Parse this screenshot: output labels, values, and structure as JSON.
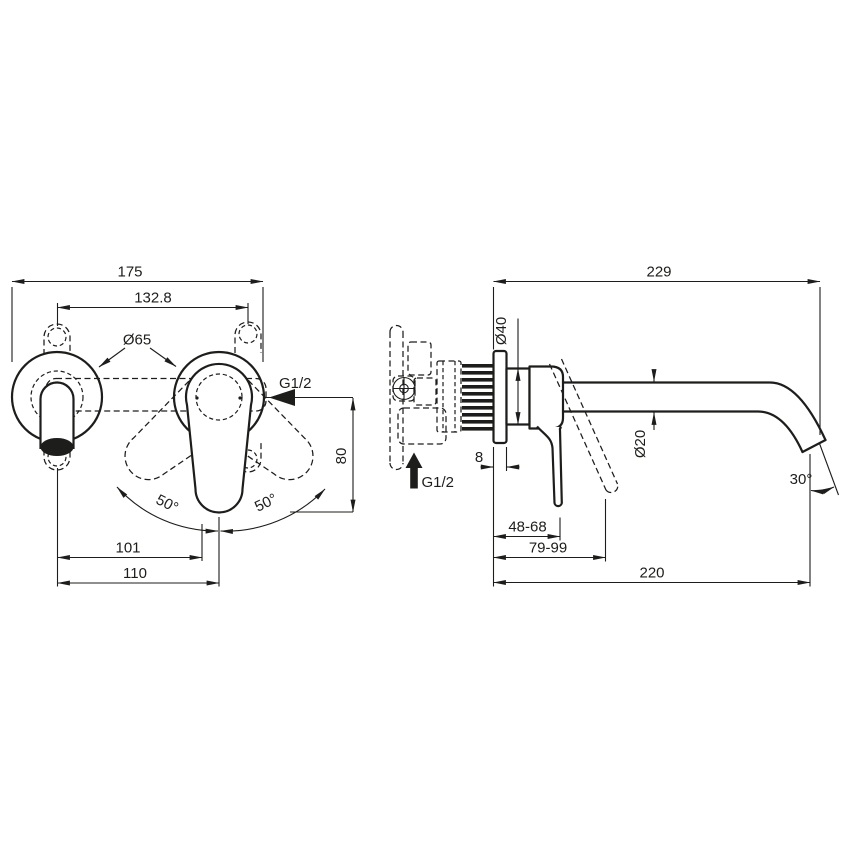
{
  "drawing": {
    "background": "#ffffff",
    "line_color": "#1d1d1b",
    "front_view": {
      "overall_width": "175",
      "fixing_hole_spacing": "132.8",
      "escutcheon_diameter": "Ø65",
      "inlet_connection": "G1/2",
      "spout_vertical_offset": "80",
      "handle_swing_left": "50°",
      "handle_swing_right": "50°",
      "spout_to_handle": "101",
      "spout_to_handle_center": "110"
    },
    "side_view": {
      "overall_depth": "229",
      "sleeve_diameter": "Ø40",
      "spout_diameter": "Ø20",
      "wall_plate_thickness": "8",
      "inlet_connection": "G1/2",
      "wall_to_handle": "48-68",
      "wall_to_handle_swung": "79-99",
      "spout_reach": "220",
      "spout_outlet_angle": "30°"
    }
  }
}
